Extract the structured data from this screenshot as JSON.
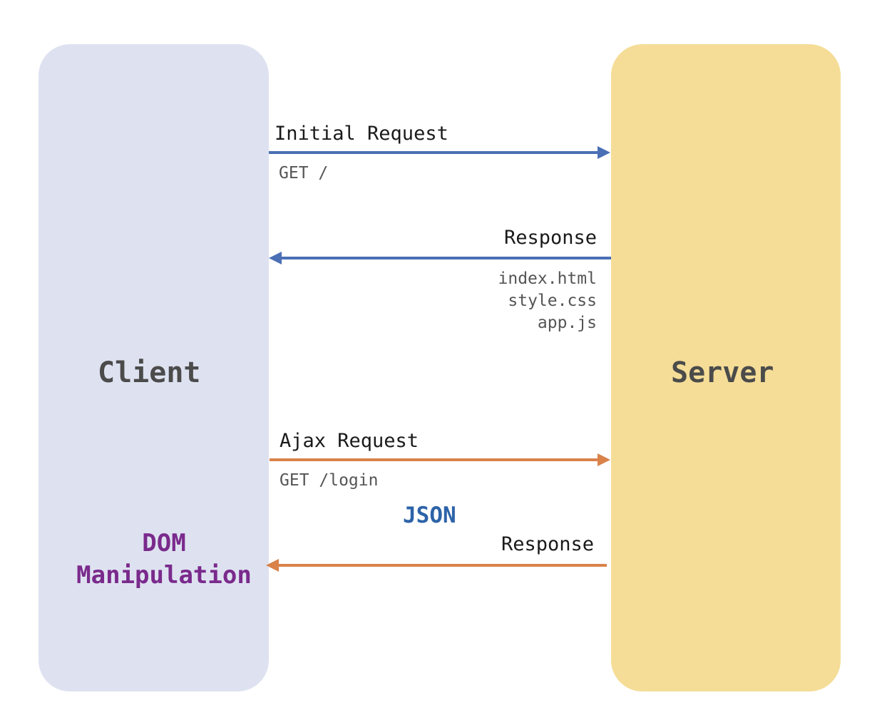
{
  "client": {
    "label": "Client",
    "color": "#dee2f0"
  },
  "server": {
    "label": "Server",
    "color": "#f5dd97"
  },
  "messages": {
    "initial_request": {
      "label": "Initial Request",
      "detail": "GET /",
      "direction": "client-to-server",
      "color": "#4a6fb5"
    },
    "response_1": {
      "label": "Response",
      "files": [
        "index.html",
        "style.css",
        "app.js"
      ],
      "direction": "server-to-client",
      "color": "#4a6fb5"
    },
    "ajax_request": {
      "label": "Ajax Request",
      "detail": "GET /login",
      "direction": "client-to-server",
      "color": "#d9824a"
    },
    "response_2": {
      "label": "Response",
      "payload": "JSON",
      "direction": "server-to-client",
      "color": "#d9824a"
    }
  },
  "client_action": {
    "line1": "DOM",
    "line2": "Manipulation",
    "color": "#7a2a8c"
  },
  "json_color": "#2c63a8"
}
